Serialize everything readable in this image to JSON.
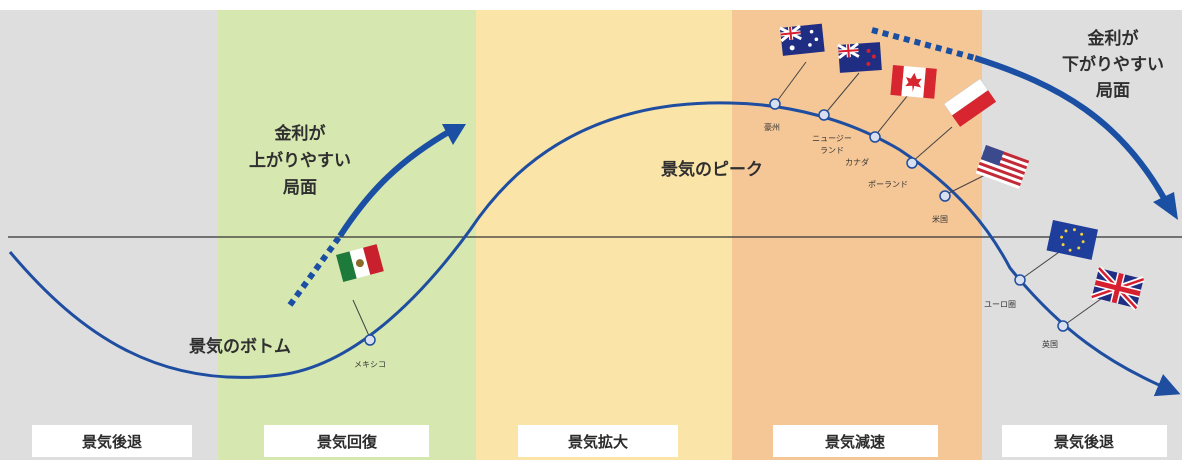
{
  "colors": {
    "recession": "#dedede",
    "recovery": "#d6e7b0",
    "expansion": "#fbe4a8",
    "slowdown": "#f6c796",
    "curve": "#1f4ea1",
    "arrow": "#1a4fa3"
  },
  "phases": {
    "p1": "景気後退",
    "p2": "景気回復",
    "p3": "景気拡大",
    "p4": "景気減速",
    "p5": "景気後退"
  },
  "labels": {
    "rise_title": [
      "金利が",
      "上がりやすい",
      "局面"
    ],
    "fall_title": [
      "金利が",
      "下がりやすい",
      "局面"
    ],
    "bottom": "景気のボトム",
    "peak": "景気のピーク"
  },
  "countries": {
    "mexico": "メキシコ",
    "australia": "豪州",
    "new_zealand": [
      "ニュージー",
      "ランド"
    ],
    "canada": "カナダ",
    "poland": "ポーランド",
    "usa": "米国",
    "euro": "ユーロ圏",
    "uk": "英国"
  },
  "icons": {
    "mexico": "mexico-flag-icon",
    "australia": "australia-flag-icon",
    "new_zealand": "new-zealand-flag-icon",
    "canada": "canada-flag-icon",
    "poland": "poland-flag-icon",
    "usa": "us-flag-icon",
    "euro": "eu-flag-icon",
    "uk": "uk-flag-icon"
  }
}
